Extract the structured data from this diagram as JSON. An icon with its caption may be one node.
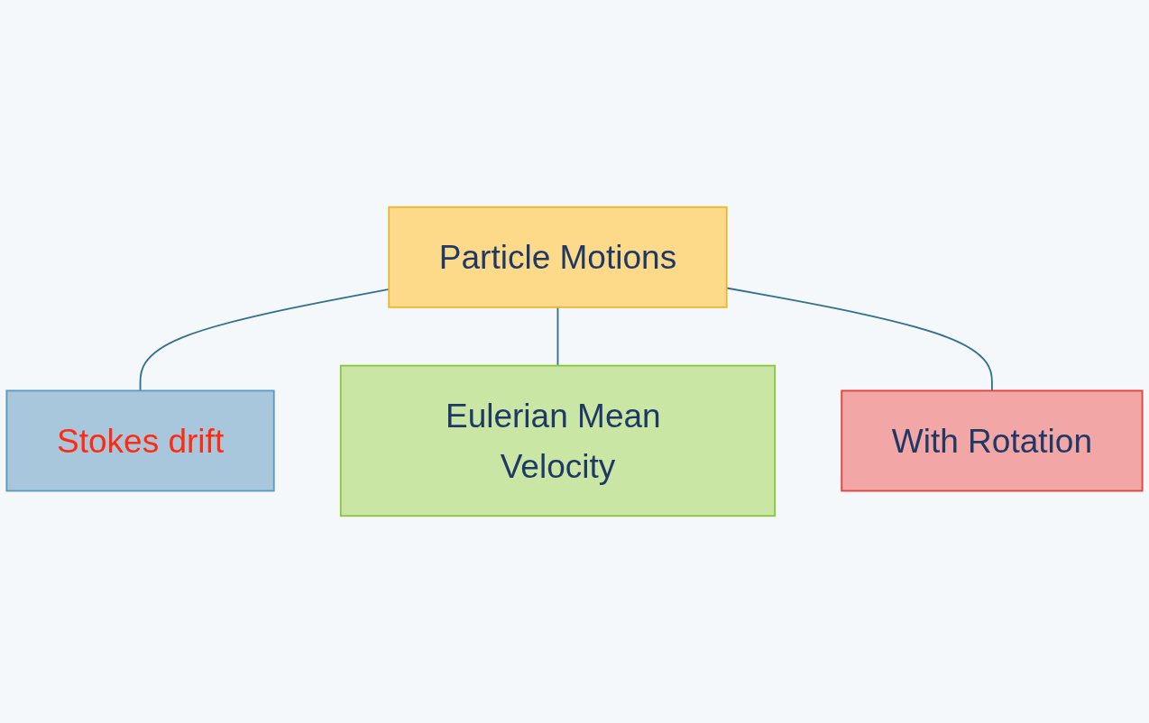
{
  "diagram": {
    "nodes": [
      {
        "text": [
          "Particle Motions"
        ]
      },
      {
        "text": [
          "Stokes drift"
        ]
      },
      {
        "text": [
          "Eulerian Mean Velocity"
        ]
      },
      {
        "text": [
          "With Rotation"
        ]
      }
    ],
    "edges": [
      {
        "from": 0,
        "to": 1,
        "arrow": "none"
      },
      {
        "from": 0,
        "to": 2,
        "arrow": "none"
      },
      {
        "from": 0,
        "to": 3,
        "arrow": "none"
      }
    ]
  }
}
